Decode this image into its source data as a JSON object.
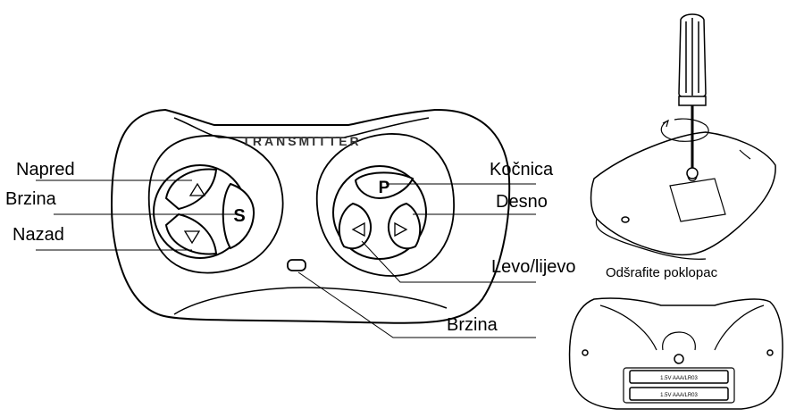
{
  "remote": {
    "brand_text": "TRANSMITTER",
    "button_p": "P",
    "button_s": "S"
  },
  "labels": {
    "forward": "Napred",
    "speed_left": "Brzina",
    "reverse": "Nazad",
    "brake": "Kočnica",
    "right": "Desno",
    "left": "Levo/lijevo",
    "speed_bottom": "Brzina"
  },
  "screw_caption": "Odšrafite poklopac",
  "battery_labels": [
    "1.5V AAA/LR03",
    "1.5V AAA/LR03"
  ]
}
